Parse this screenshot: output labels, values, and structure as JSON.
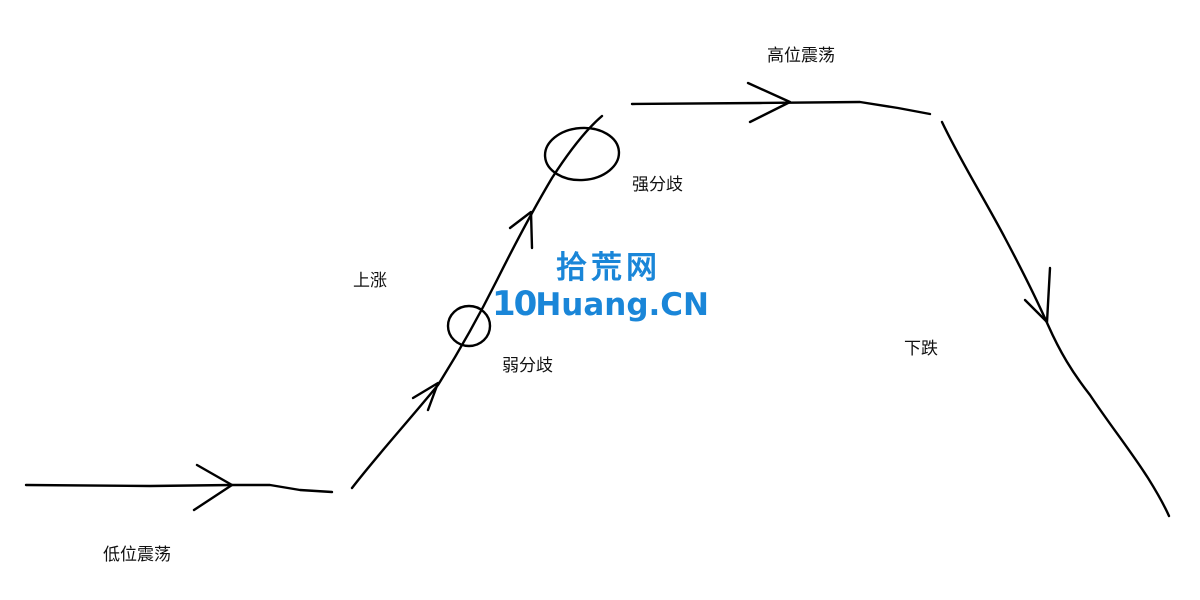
{
  "stages": {
    "low_oscillation": "低位震荡",
    "rise": "上涨",
    "weak_divergence": "弱分歧",
    "strong_divergence": "强分歧",
    "high_oscillation": "高位震荡",
    "fall": "下跌"
  },
  "watermark": {
    "cn": "拾荒网",
    "num": "10",
    "en": "Huang.CN"
  },
  "colors": {
    "stroke": "#000000",
    "text": "#111111",
    "watermark": "#1a86d8"
  }
}
